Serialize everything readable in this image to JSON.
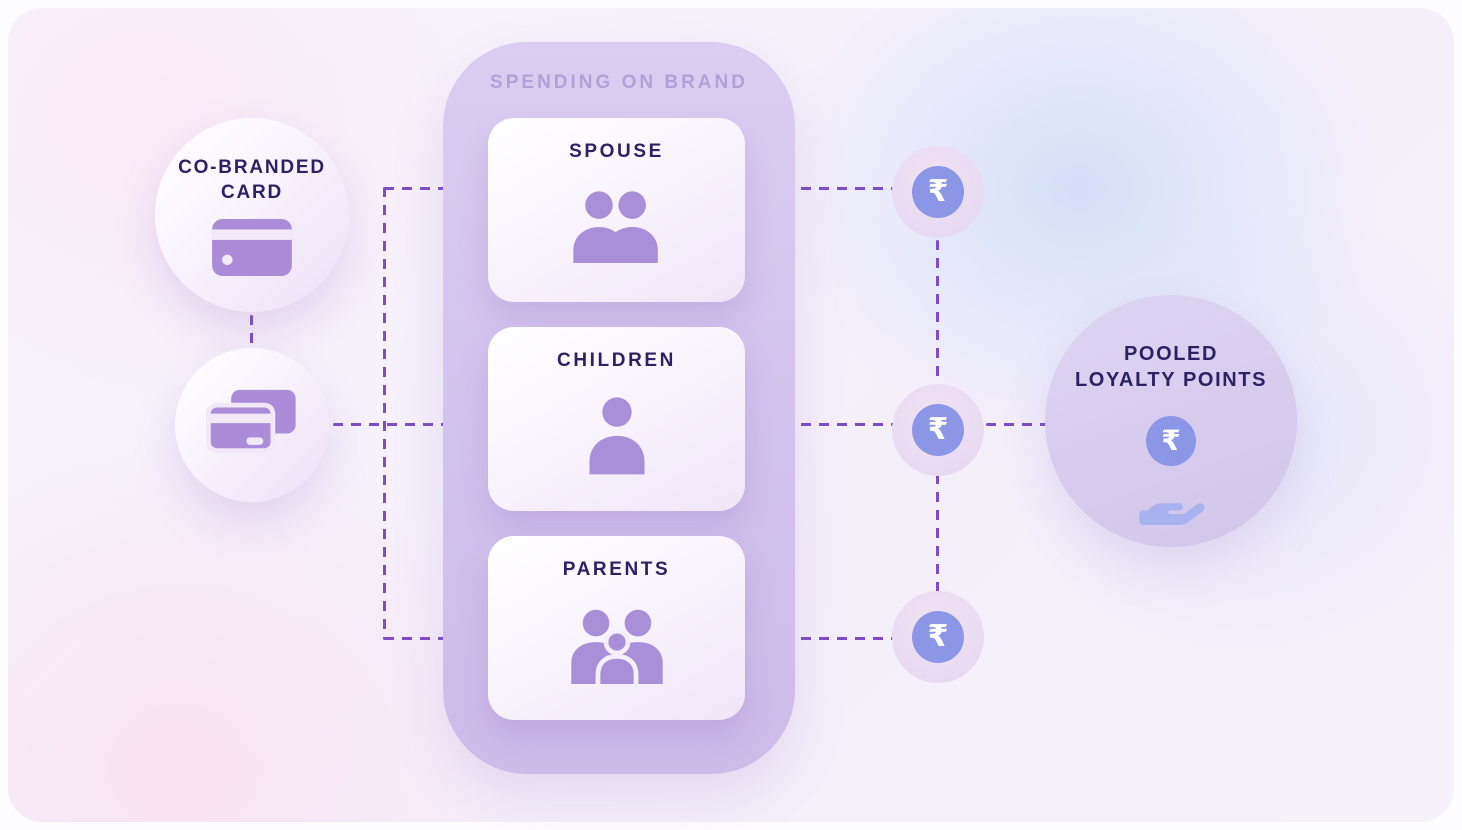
{
  "left_group": {
    "co_branded": {
      "label": "CO-BRANDED CARD",
      "icon": "credit-card-icon"
    },
    "stacked_cards": {
      "icon": "credit-cards-icon"
    }
  },
  "center_group": {
    "title": "SPENDING ON BRAND",
    "cards": [
      {
        "label": "SPOUSE",
        "icon": "spouse-couple-icon"
      },
      {
        "label": "CHILDREN",
        "icon": "child-person-icon"
      },
      {
        "label": "PARENTS",
        "icon": "parents-family-icon"
      }
    ]
  },
  "right_group": {
    "rupee_badges": [
      {
        "symbol": "₹"
      },
      {
        "symbol": "₹"
      },
      {
        "symbol": "₹"
      }
    ],
    "pooled": {
      "line1": "POOLED",
      "line2": "LOYALTY POINTS",
      "coin_symbol": "₹",
      "icon": "hand-holding-coin-icon"
    }
  },
  "colors": {
    "accent_purple": "#a98fd8",
    "navy_text": "#2b2163",
    "dash_purple": "#7d4cc6",
    "coin_blue": "#8c96e7",
    "column_fill": "#d2c2ee",
    "column_title_text": "#b2a0d8"
  }
}
